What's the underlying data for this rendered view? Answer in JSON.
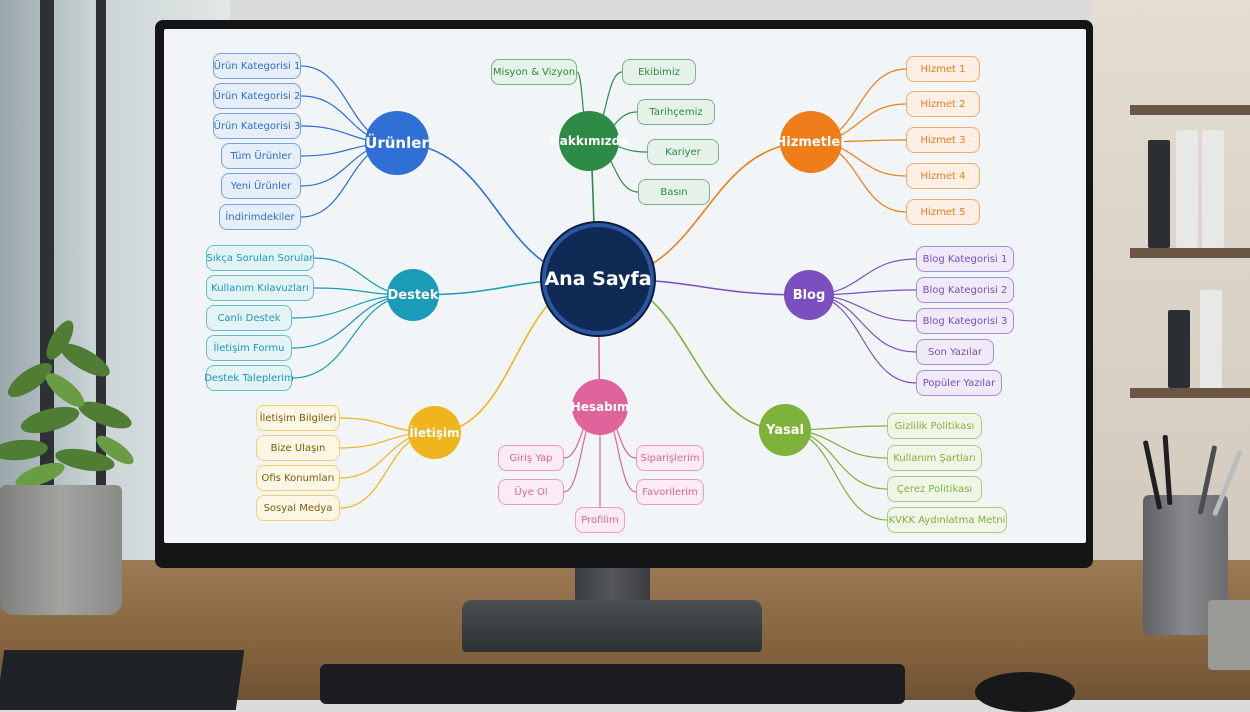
{
  "mindmap": {
    "center": "Ana Sayfa",
    "branches": {
      "urunler": {
        "label": "Ürünler",
        "color": "#2f6fd6",
        "items": [
          "Ürün Kategorisi 1",
          "Ürün Kategorisi 2",
          "Ürün Kategorisi 3",
          "Tüm Ürünler",
          "Yeni Ürünler",
          "İndirimdekiler"
        ]
      },
      "hakkimizda": {
        "label": "Hakkımızda",
        "color": "#2e8b45",
        "items": [
          "Misyon & Vizyon",
          "Ekibimiz",
          "Tarihçemiz",
          "Kariyer",
          "Basın"
        ]
      },
      "hizmetler": {
        "label": "Hizmetler",
        "color": "#ef7d1a",
        "items": [
          "Hizmet 1",
          "Hizmet 2",
          "Hizmet 3",
          "Hizmet 4",
          "Hizmet 5"
        ]
      },
      "destek": {
        "label": "Destek",
        "color": "#1a9bb8",
        "items": [
          "Sıkça Sorulan Sorular",
          "Kullanım Kılavuzları",
          "Canlı Destek",
          "İletişim Formu",
          "Destek Taleplerim"
        ]
      },
      "blog": {
        "label": "Blog",
        "color": "#7b4fc0",
        "items": [
          "Blog Kategorisi 1",
          "Blog Kategorisi 2",
          "Blog Kategorisi 3",
          "Son Yazılar",
          "Popüler Yazılar"
        ]
      },
      "iletisim": {
        "label": "İletişim",
        "color": "#f0b51c",
        "items": [
          "İletişim Bilgileri",
          "Bize Ulaşın",
          "Ofis Konumları",
          "Sosyal Medya"
        ]
      },
      "hesabim": {
        "label": "Hesabım",
        "color": "#e0649b",
        "items": [
          "Giriş Yap",
          "Üye Ol",
          "Profilim",
          "Siparişlerim",
          "Favorilerim"
        ]
      },
      "yasal": {
        "label": "Yasal",
        "color": "#7fb23a",
        "items": [
          "Gizlilik Politikası",
          "Kullanım Şartları",
          "Çerez Politikası",
          "KVKK Aydınlatma Metni"
        ]
      }
    }
  }
}
